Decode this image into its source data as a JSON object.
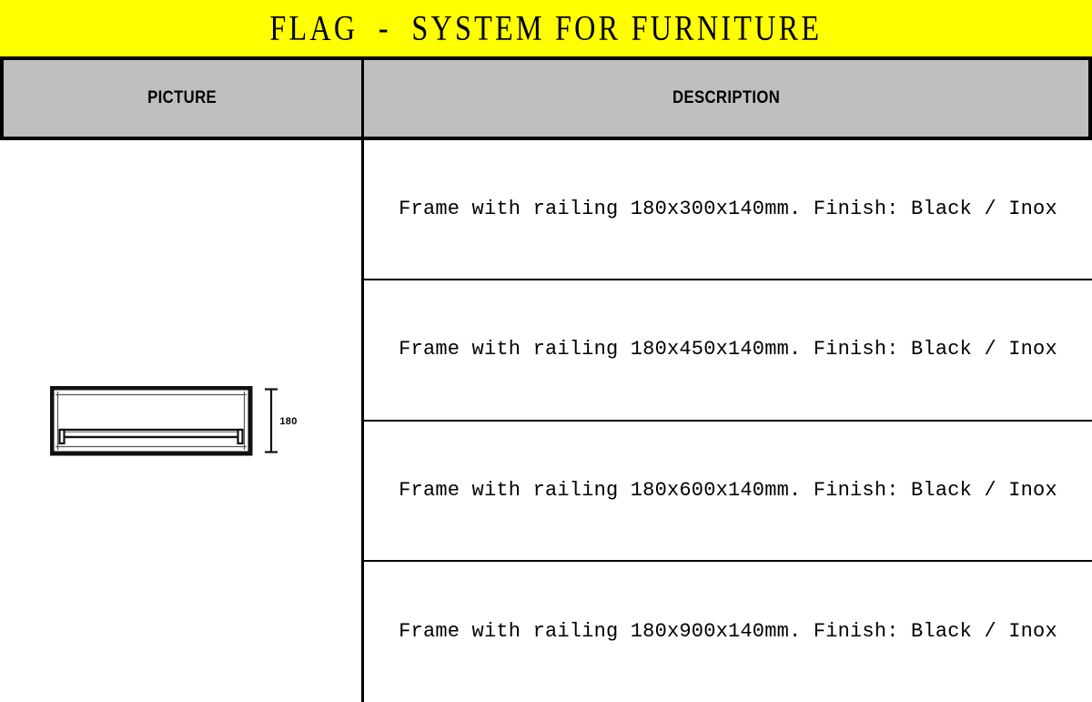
{
  "document": {
    "title": "FLAG  -  SYSTEM FOR FURNITURE",
    "banner_color": "#ffff00",
    "header_color": "#bfbfbf",
    "text_color": "#000000"
  },
  "table": {
    "columns": [
      {
        "key": "picture",
        "label": "PICTURE"
      },
      {
        "key": "description",
        "label": "DESCRIPTION"
      }
    ],
    "rows": [
      {
        "description": "Frame with railing 180x300x140mm. Finish: Black / Inox"
      },
      {
        "description": "Frame with railing 180x450x140mm. Finish: Black / Inox"
      },
      {
        "description": "Frame with railing 180x600x140mm. Finish: Black / Inox"
      },
      {
        "description": "Frame with railing 180x900x140mm. Finish: Black / Inox"
      }
    ]
  },
  "drawing": {
    "name": "frame-with-railing-elevation",
    "dimension_label": "180",
    "dimension_unit": "mm",
    "description": "Rectangular frame elevation with horizontal railing bar near the bottom and a vertical dimension line on the right"
  }
}
